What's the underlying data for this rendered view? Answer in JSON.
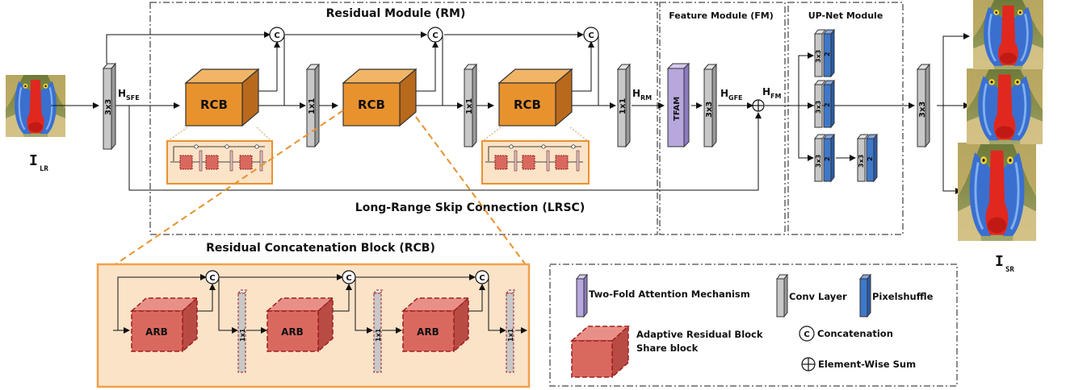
{
  "title": "",
  "modules": {
    "residual_module": "Residual Module (RM)",
    "feature_module": "Feature Module (FM)",
    "upnet_module": "UP-Net Module",
    "lrsc": "Long-Range Skip Connection (LRSC)",
    "rcb_detail": "Residual Concatenation Block (RCB)"
  },
  "io": {
    "input_main": "I",
    "input_sub": "LR",
    "output_main": "I",
    "output_sub": "SR"
  },
  "features": {
    "h_sfe": "H",
    "h_sfe_sub": "SFE",
    "h_rm": "H",
    "h_rm_sub": "RM",
    "h_gfe": "H",
    "h_gfe_sub": "GFE",
    "h_fm": "H",
    "h_fm_sub": "FM"
  },
  "blocks": {
    "conv3x3": "3x3",
    "conv1x1": "1x1",
    "rcb": "RCB",
    "arb": "ARB",
    "tfam": "TFAM",
    "pixelshuffle_factor": "2",
    "concat_symbol": "C"
  },
  "legend": {
    "attention": "Two-Fold Attention Mechanism",
    "conv_layer": "Conv Layer",
    "pixelshuffle": "Pixelshuffle",
    "arb_line1": "Adaptive Residual Block",
    "arb_line2": "Share block",
    "concatenation": "Concatenation",
    "element_wise_sum": "Element-Wise Sum"
  },
  "colors": {
    "rcb_front": "#e8922e",
    "rcb_top": "#f2b565",
    "rcb_side": "#b9691c",
    "arb_front": "#d9695f",
    "arb_top": "#e89088",
    "arb_side": "#b84c45",
    "rcb_panel": "#fbe3c8",
    "rcb_panel_border": "#f0a04b",
    "conv_gray": "#c8c8c8",
    "tfam_purple": "#b7a7dd",
    "pixelshuffle_blue": "#3f78c9"
  }
}
